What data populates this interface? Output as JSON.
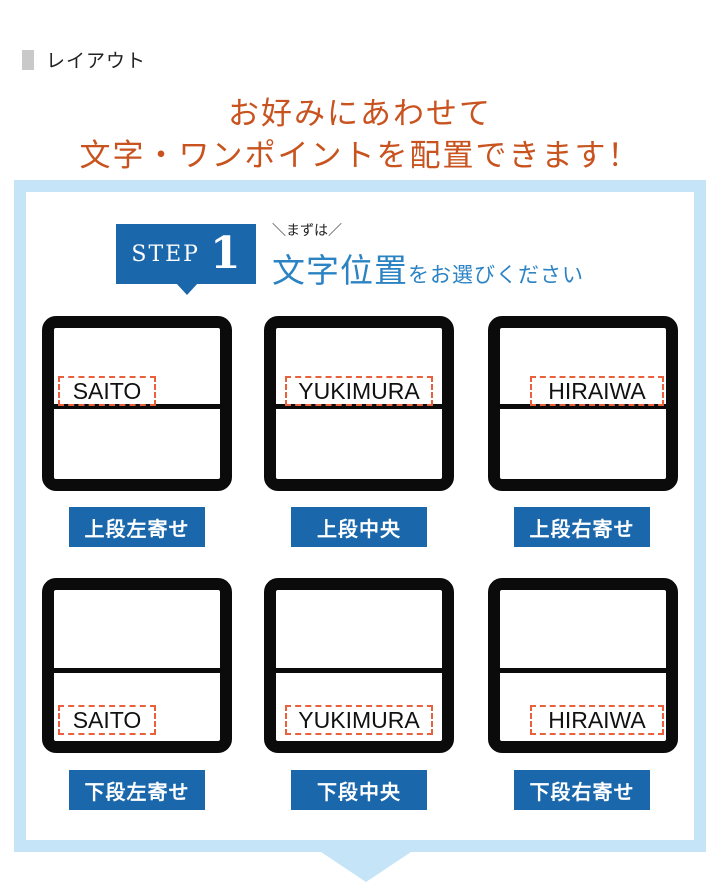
{
  "section": {
    "label": "レイアウト"
  },
  "headline": {
    "line1": "お好みにあわせて",
    "line2": "文字・ワンポイントを配置できます！"
  },
  "step": {
    "word": "STEP",
    "number": "1",
    "kicker": "＼まずは／",
    "title_main": "文字位置",
    "title_sub": "をお選びください"
  },
  "options": [
    {
      "name": "SAITO",
      "label": "上段左寄せ"
    },
    {
      "name": "YUKIMURA",
      "label": "上段中央"
    },
    {
      "name": "HIRAIWA",
      "label": "上段右寄せ"
    },
    {
      "name": "SAITO",
      "label": "下段左寄せ"
    },
    {
      "name": "YUKIMURA",
      "label": "下段中央"
    },
    {
      "name": "HIRAIWA",
      "label": "下段右寄せ"
    }
  ],
  "colors": {
    "accent_blue": "#1a67ab",
    "title_blue": "#2b83c3",
    "headline_orange": "#c8531f",
    "panel_light_blue": "#c5e4f7",
    "dashed_guide": "#e8603c"
  }
}
